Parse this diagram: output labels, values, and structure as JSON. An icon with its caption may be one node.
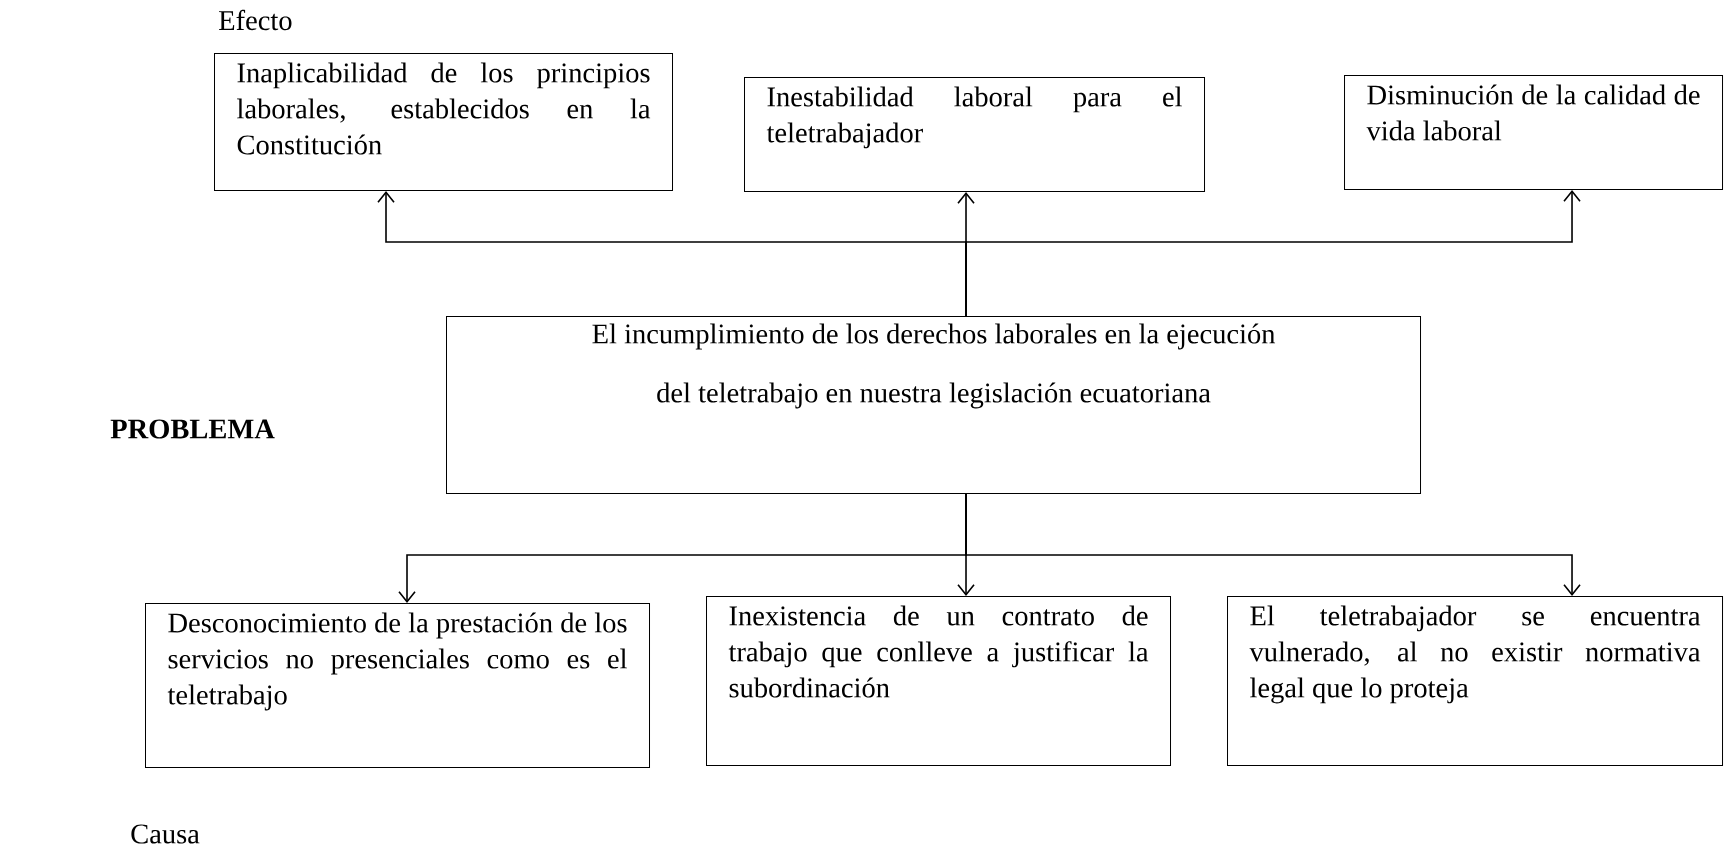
{
  "diagram": {
    "nodes": [
      {
        "text": [
          "Inaplicabilidad de los principios laborales, establecidos en la Constitución"
        ]
      },
      {
        "text": [
          "Inestabilidad laboral para el teletrabajador"
        ]
      },
      {
        "text": [
          "Disminución de la calidad de vida laboral"
        ]
      },
      {
        "text": [
          "El incumplimiento de los derechos laborales en la ejecución del teletrabajo en nuestra legislación ecuatoriana"
        ]
      },
      {
        "text": [
          "Desconocimiento de la prestación de los servicios no presenciales como es el teletrabajo"
        ]
      },
      {
        "text": [
          "Inexistencia de un contrato de trabajo que conlleve a justificar la subordinación"
        ]
      },
      {
        "text": [
          "El teletrabajador se encuentra vulnerado, al no existir normativa legal que lo proteja"
        ]
      }
    ],
    "edges": [
      {
        "from": 3,
        "to": 0,
        "arrow": "to"
      },
      {
        "from": 3,
        "to": 1,
        "arrow": "to"
      },
      {
        "from": 3,
        "to": 2,
        "arrow": "to"
      },
      {
        "from": 3,
        "to": 4,
        "arrow": "to"
      },
      {
        "from": 3,
        "to": 5,
        "arrow": "to"
      },
      {
        "from": 3,
        "to": 6,
        "arrow": "to"
      }
    ],
    "labels": [
      "Efecto",
      "PROBLEMA",
      "Causa"
    ]
  }
}
